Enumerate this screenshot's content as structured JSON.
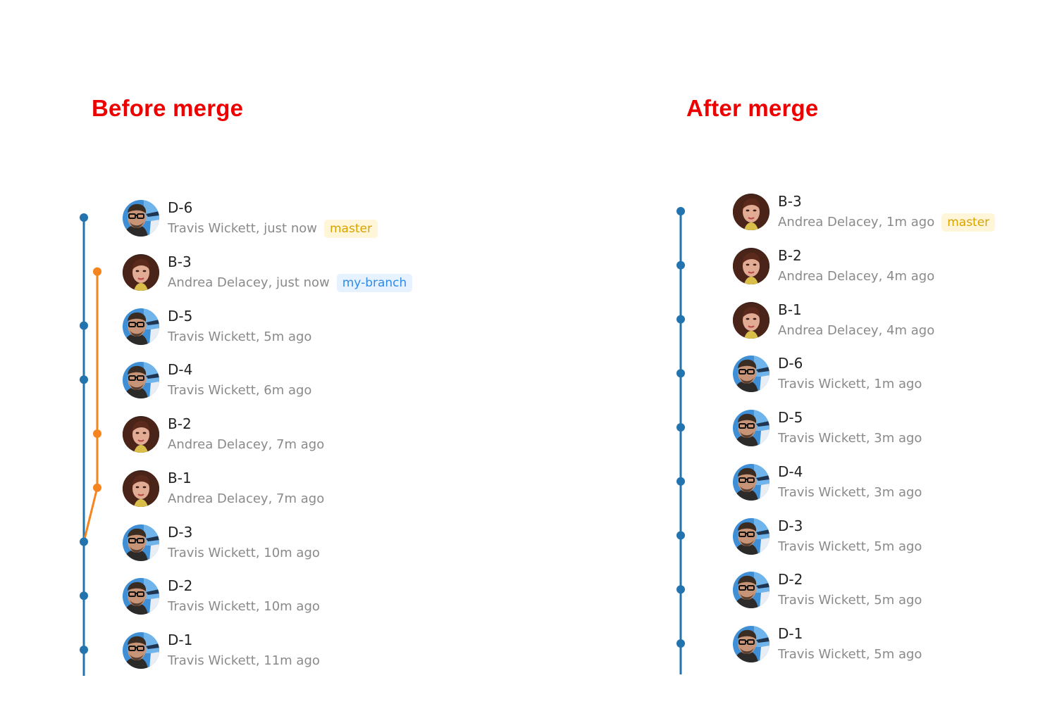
{
  "colors": {
    "heading": "#ee0000",
    "main_line": "#2374ae",
    "branch_line": "#f5831e",
    "master_tag_bg": "#fff6d9",
    "master_tag_text": "#d8a200",
    "branch_tag_bg": "#e6f2ff",
    "branch_tag_text": "#2f8be6"
  },
  "before": {
    "heading": "Before merge",
    "commits": [
      {
        "title": "D-6",
        "author": "Travis Wickett",
        "time": "just now",
        "tag": "master",
        "lane": "main",
        "avatar": "travis-avatar"
      },
      {
        "title": "B-3",
        "author": "Andrea Delacey",
        "time": "just now",
        "tag": "my-branch",
        "lane": "branch",
        "avatar": "andrea-avatar"
      },
      {
        "title": "D-5",
        "author": "Travis Wickett",
        "time": "5m ago",
        "tag": null,
        "lane": "main",
        "avatar": "travis-avatar"
      },
      {
        "title": "D-4",
        "author": "Travis Wickett",
        "time": "6m ago",
        "tag": null,
        "lane": "main",
        "avatar": "travis-avatar"
      },
      {
        "title": "B-2",
        "author": "Andrea Delacey",
        "time": "7m ago",
        "tag": null,
        "lane": "branch",
        "avatar": "andrea-avatar"
      },
      {
        "title": "B-1",
        "author": "Andrea Delacey",
        "time": "7m ago",
        "tag": null,
        "lane": "branch",
        "avatar": "andrea-avatar"
      },
      {
        "title": "D-3",
        "author": "Travis Wickett",
        "time": "10m ago",
        "tag": null,
        "lane": "main",
        "avatar": "travis-avatar"
      },
      {
        "title": "D-2",
        "author": "Travis Wickett",
        "time": "10m ago",
        "tag": null,
        "lane": "main",
        "avatar": "travis-avatar"
      },
      {
        "title": "D-1",
        "author": "Travis Wickett",
        "time": "11m ago",
        "tag": null,
        "lane": "main",
        "avatar": "travis-avatar"
      }
    ]
  },
  "after": {
    "heading": "After merge",
    "commits": [
      {
        "title": "B-3",
        "author": "Andrea Delacey",
        "time": "1m ago",
        "tag": "master",
        "lane": "main",
        "avatar": "andrea-avatar"
      },
      {
        "title": "B-2",
        "author": "Andrea Delacey",
        "time": "4m ago",
        "tag": null,
        "lane": "main",
        "avatar": "andrea-avatar"
      },
      {
        "title": "B-1",
        "author": "Andrea Delacey",
        "time": "4m ago",
        "tag": null,
        "lane": "main",
        "avatar": "andrea-avatar"
      },
      {
        "title": "D-6",
        "author": "Travis Wickett",
        "time": "1m ago",
        "tag": null,
        "lane": "main",
        "avatar": "travis-avatar"
      },
      {
        "title": "D-5",
        "author": "Travis Wickett",
        "time": "3m ago",
        "tag": null,
        "lane": "main",
        "avatar": "travis-avatar"
      },
      {
        "title": "D-4",
        "author": "Travis Wickett",
        "time": "3m ago",
        "tag": null,
        "lane": "main",
        "avatar": "travis-avatar"
      },
      {
        "title": "D-3",
        "author": "Travis Wickett",
        "time": "5m ago",
        "tag": null,
        "lane": "main",
        "avatar": "travis-avatar"
      },
      {
        "title": "D-2",
        "author": "Travis Wickett",
        "time": "5m ago",
        "tag": null,
        "lane": "main",
        "avatar": "travis-avatar"
      },
      {
        "title": "D-1",
        "author": "Travis Wickett",
        "time": "5m ago",
        "tag": null,
        "lane": "main",
        "avatar": "travis-avatar"
      }
    ]
  }
}
